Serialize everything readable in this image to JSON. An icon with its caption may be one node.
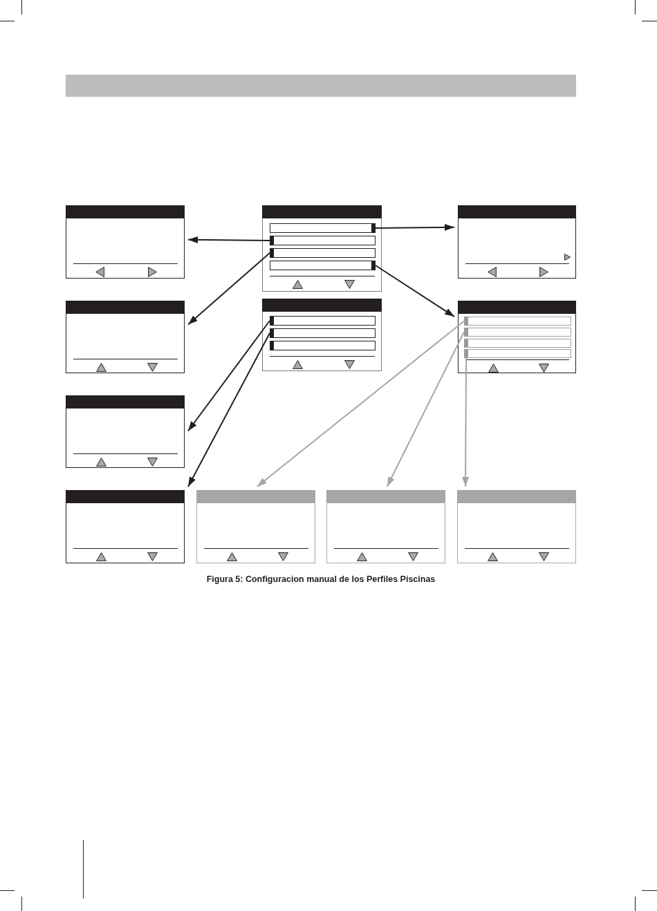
{
  "diagram": {
    "caption": "Figura 5: Configuracion manual de los Perfiles Piscinas",
    "nodes": [
      {
        "text": [],
        "shape": "box"
      },
      {
        "text": [],
        "shape": "box"
      },
      {
        "text": [],
        "shape": "bar",
        "in": 1
      },
      {
        "text": [],
        "shape": "bar",
        "in": 1
      },
      {
        "text": [],
        "shape": "bar",
        "in": 1
      },
      {
        "text": [],
        "shape": "bar",
        "in": 1
      },
      {
        "text": [],
        "shape": "box"
      },
      {
        "text": [],
        "shape": "box"
      },
      {
        "text": [],
        "shape": "box"
      },
      {
        "text": [],
        "shape": "bar",
        "in": 8
      },
      {
        "text": [],
        "shape": "bar",
        "in": 8
      },
      {
        "text": [],
        "shape": "bar",
        "in": 8
      },
      {
        "text": [],
        "shape": "box"
      },
      {
        "text": [],
        "shape": "bar",
        "in": 12
      },
      {
        "text": [],
        "shape": "bar",
        "in": 12
      },
      {
        "text": [],
        "shape": "bar",
        "in": 12
      },
      {
        "text": [],
        "shape": "bar",
        "in": 12
      },
      {
        "text": [],
        "shape": "box"
      },
      {
        "text": [],
        "shape": "box"
      },
      {
        "text": [],
        "shape": "box"
      },
      {
        "text": [],
        "shape": "box"
      },
      {
        "text": [],
        "shape": "box"
      }
    ],
    "edges": [
      {
        "from": 2,
        "to": 6,
        "arrow": "to"
      },
      {
        "from": 3,
        "to": 0,
        "arrow": "to"
      },
      {
        "from": 4,
        "to": 7,
        "arrow": "to"
      },
      {
        "from": 5,
        "to": 12,
        "arrow": "to"
      },
      {
        "from": 9,
        "to": 17,
        "arrow": "to"
      },
      {
        "from": 10,
        "to": 18,
        "arrow": "to"
      },
      {
        "from": 13,
        "to": 19,
        "arrow": "to",
        "color": "#a6a6a6"
      },
      {
        "from": 14,
        "to": 20,
        "arrow": "to",
        "color": "#a6a6a6"
      },
      {
        "from": 16,
        "to": 21,
        "arrow": "to",
        "color": "#a6a6a6"
      }
    ]
  }
}
